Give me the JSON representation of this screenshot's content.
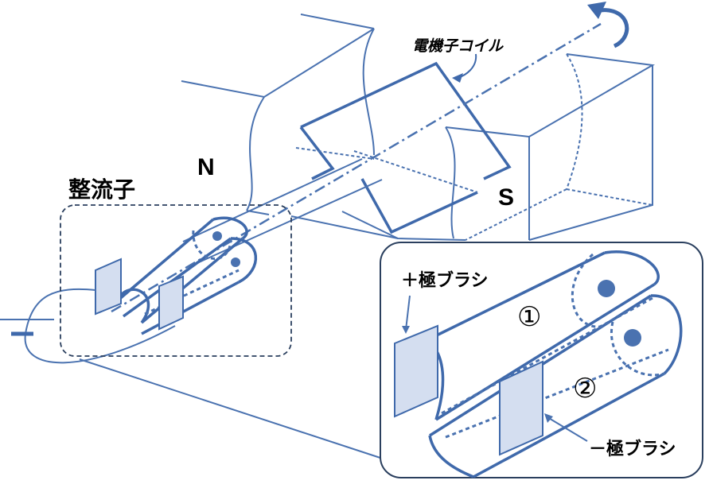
{
  "labels": {
    "coil": "電機子コイル",
    "north": "N",
    "south": "S",
    "commutator": "整流子",
    "plus_brush": "＋極ブラシ",
    "minus_brush": "－極ブラシ",
    "segment_1": "①",
    "segment_2": "②",
    "battery_minus": "－"
  },
  "colors": {
    "line": "#4a72b0",
    "brush_fill": "#d4def0",
    "frame": "#2a3f5e"
  }
}
